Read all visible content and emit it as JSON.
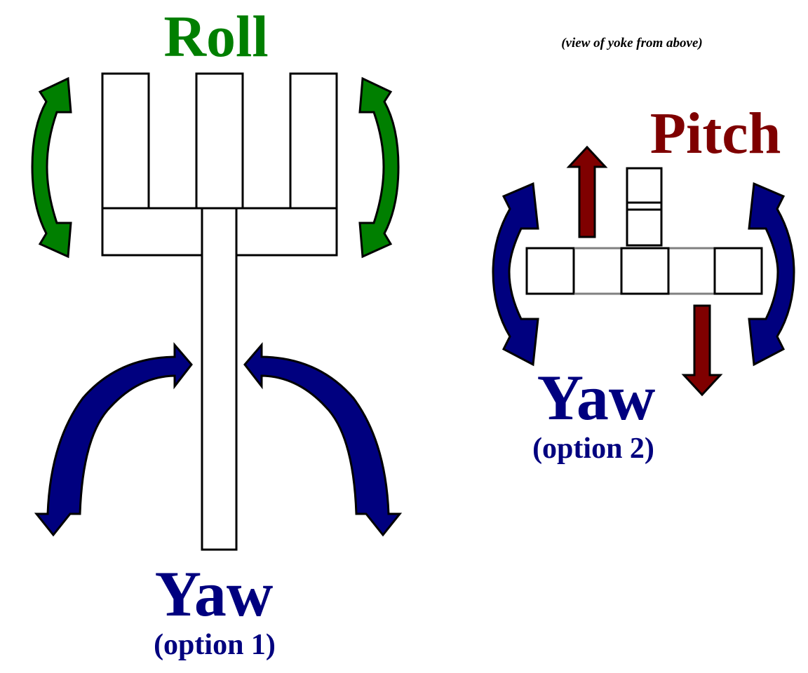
{
  "colors": {
    "roll": "#007f00",
    "pitch": "#7f0000",
    "yaw": "#00007f",
    "outline": "#000000",
    "light_line": "#808080"
  },
  "labels": {
    "roll": "Roll",
    "pitch": "Pitch",
    "yaw1": "Yaw",
    "yaw1_option": "(option 1)",
    "yaw2": "Yaw",
    "yaw2_option": "(option 2)",
    "note": "(view of yoke from above)"
  }
}
